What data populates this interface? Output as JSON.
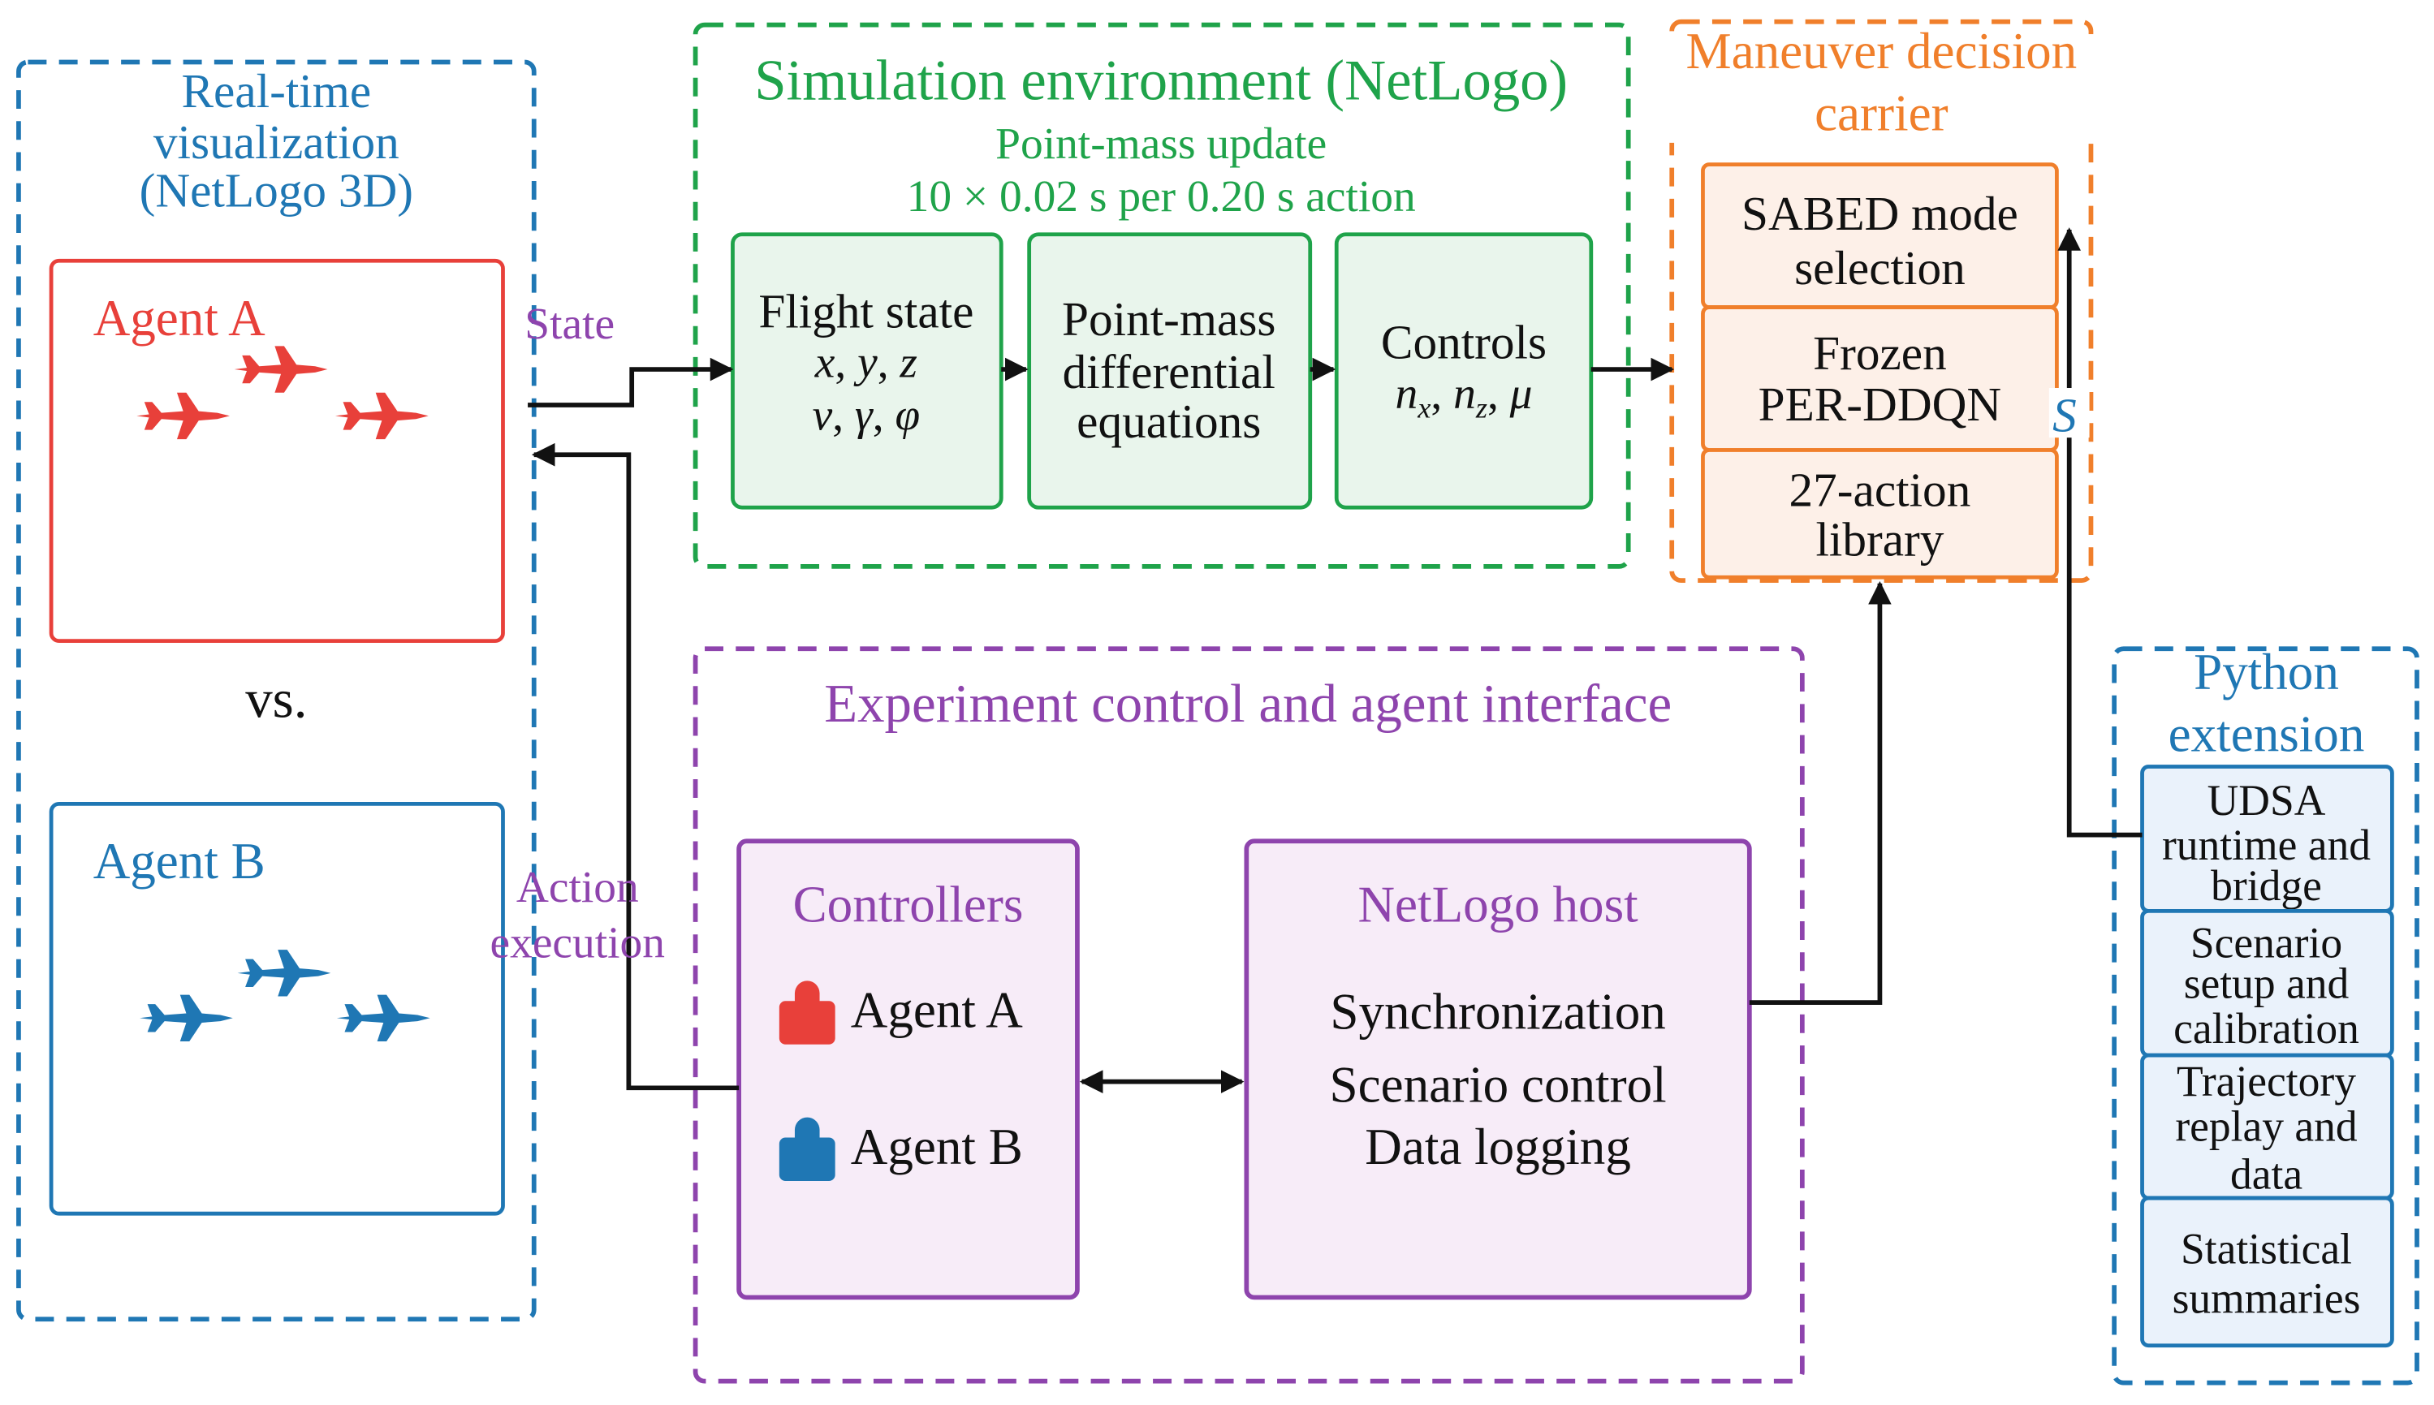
{
  "colors": {
    "blue": "#1f77b4",
    "red": "#e8403a",
    "green": "#1fa34a",
    "green_fill": "#e9f5ec",
    "orange": "#f07f2b",
    "orange_fill": "#fdf0e8",
    "purple": "#8e44ad",
    "purple_fill": "#f7ecf8",
    "python_fill": "#eaf2fb",
    "black": "#111111"
  },
  "visualization": {
    "title_lines": [
      "Real-time",
      "visualization",
      "(NetLogo 3D)"
    ],
    "agent_a": "Agent A",
    "agent_b": "Agent B",
    "vs": "vs.",
    "plane_icons": [
      "red-jet-icon",
      "blue-jet-icon"
    ]
  },
  "edges": {
    "state": "State",
    "action_execution_lines": [
      "Action",
      "execution"
    ],
    "s_symbol": "S"
  },
  "simulation": {
    "title": "Simulation environment (NetLogo)",
    "subtitle_lines": [
      "Point-mass update",
      "10 × 0.02 s per 0.20 s action"
    ],
    "flight_state": {
      "title": "Flight state",
      "row1": [
        "x",
        "y",
        "z"
      ],
      "row2": [
        "v",
        "γ",
        "φ"
      ]
    },
    "equations_lines": [
      "Point-mass",
      "differential",
      "equations"
    ],
    "controls": {
      "title": "Controls",
      "vars": [
        {
          "base": "n",
          "sub": "x"
        },
        {
          "base": "n",
          "sub": "z"
        },
        {
          "base": "μ",
          "sub": ""
        }
      ]
    }
  },
  "maneuver": {
    "title_lines": [
      "Maneuver decision",
      "carrier"
    ],
    "boxes": [
      {
        "lines": [
          "SABED mode",
          "selection"
        ]
      },
      {
        "lines": [
          "Frozen",
          "PER-DDQN"
        ]
      },
      {
        "lines": [
          "27-action",
          "library"
        ]
      }
    ]
  },
  "experiment": {
    "title": "Experiment control and agent interface",
    "controllers": {
      "title": "Controllers",
      "items": [
        "Agent A",
        "Agent B"
      ],
      "icons": [
        "red-user-icon",
        "blue-user-icon"
      ]
    },
    "host": {
      "title": "NetLogo host",
      "items": [
        "Synchronization",
        "Scenario control",
        "Data logging"
      ]
    }
  },
  "python": {
    "title_lines": [
      "Python",
      "extension"
    ],
    "boxes": [
      {
        "lines": [
          "UDSA",
          "runtime and",
          "bridge"
        ]
      },
      {
        "lines": [
          "Scenario",
          "setup and",
          "calibration"
        ]
      },
      {
        "lines": [
          "Trajectory",
          "replay and",
          "data"
        ]
      },
      {
        "lines": [
          "Statistical",
          "summaries"
        ]
      }
    ]
  }
}
